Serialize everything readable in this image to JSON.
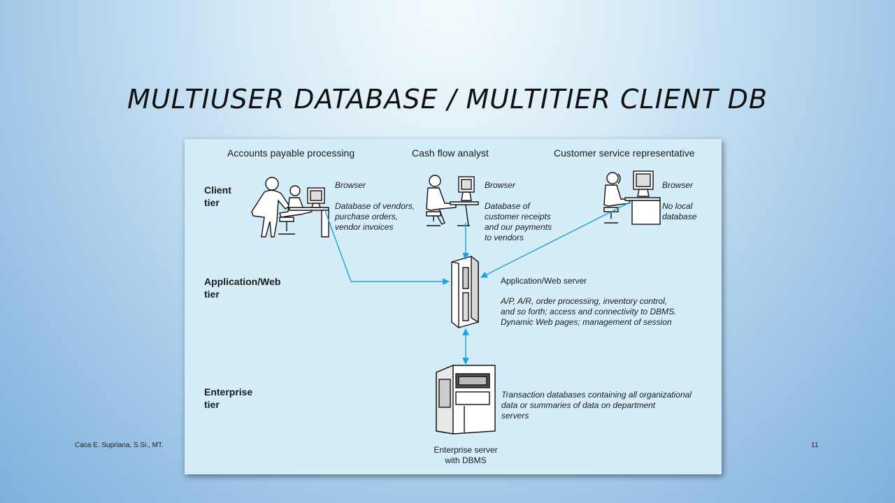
{
  "slide": {
    "title": "MULTIUSER DATABASE / MULTITIER CLIENT DB",
    "author": "Caca E. Supriana, S.Si., MT.",
    "page_number": "11"
  },
  "diagram": {
    "columns": [
      {
        "header": "Accounts payable processing",
        "line1": "Browser",
        "line2": "Database of vendors,",
        "line3": "purchase orders,",
        "line4": "vendor invoices"
      },
      {
        "header": "Cash flow analyst",
        "line1": "Browser",
        "line2": "Database of",
        "line3": "customer receipts",
        "line4": "and our payments",
        "line5": "to vendors"
      },
      {
        "header": "Customer service representative",
        "line1": "Browser",
        "line2": "No local",
        "line3": "database"
      }
    ],
    "tiers": {
      "client": {
        "line1": "Client",
        "line2": "tier"
      },
      "app": {
        "line1": "Application/Web",
        "line2": "tier"
      },
      "enterprise": {
        "line1": "Enterprise",
        "line2": "tier"
      }
    },
    "app_server": {
      "title": "Application/Web server",
      "line1": "A/P, A/R, order processing, inventory control,",
      "line2": "and so forth; access and connectivity to DBMS.",
      "line3": "Dynamic Web pages; management of session"
    },
    "enterprise_server": {
      "line1": "Transaction databases containing all organizational",
      "line2": "data or summaries of data on department",
      "line3": "servers",
      "caption1": "Enterprise server",
      "caption2": "with DBMS"
    }
  },
  "colors": {
    "arrow": "#1aa3d8",
    "panel": "#d5ecf9"
  }
}
